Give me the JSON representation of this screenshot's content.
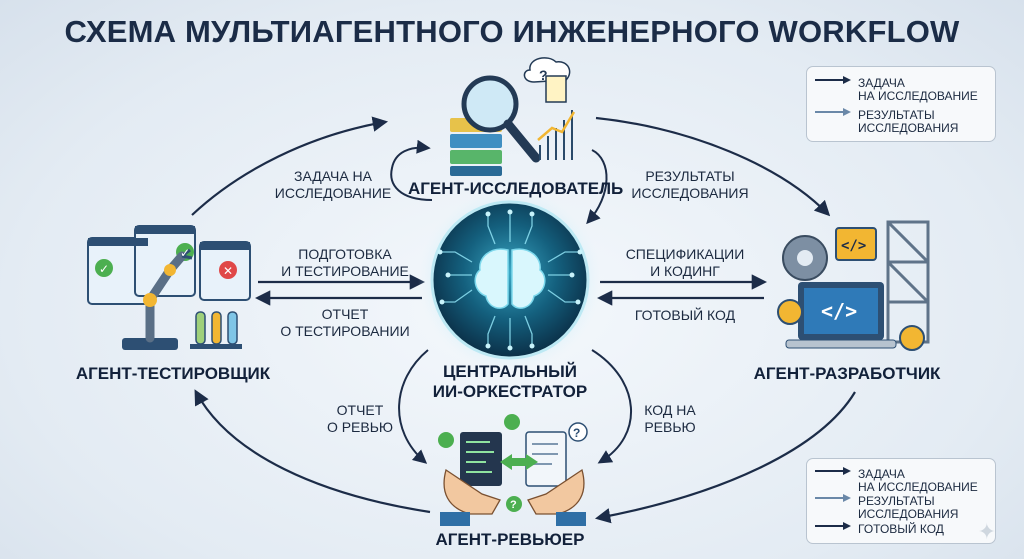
{
  "title": "СХЕМА МУЛЬТИАГЕНТНОГО ИНЖЕНЕРНОГО WORKFLOW",
  "nodes": {
    "researcher": "АГЕНТ-ИССЛЕДОВАТЕЛЬ",
    "tester": "АГЕНТ-ТЕСТИРОВЩИК",
    "orchestrator": "ЦЕНТРАЛЬНЫЙ\nИИ-ОРКЕСТРАТОР",
    "developer": "АГЕНТ-РАЗРАБОТЧИК",
    "reviewer": "АГЕНТ-РЕВЬЮЕР"
  },
  "edges": {
    "research_task": "ЗАДАЧА НА\nИССЛЕДОВАНИЕ",
    "research_results": "РЕЗУЛЬТАТЫ\nИССЛЕДОВАНИЯ",
    "prep_testing": "ПОДГОТОВКА\nИ ТЕСТИРОВАНИЕ",
    "test_report": "ОТЧЕТ\nО ТЕСТИРОВАНИИ",
    "spec_coding": "СПЕЦИФИКАЦИИ\nИ КОДИНГ",
    "ready_code": "ГОТОВЫЙ КОД",
    "review_report": "ОТЧЕТ\nО РЕВЬЮ",
    "code_review": "КОД НА\nРЕВЬЮ"
  },
  "legend_top": [
    {
      "text": "ЗАДАЧА\nНА ИССЛЕДОВАНИЕ",
      "color": "#1c2c48"
    },
    {
      "text": "РЕЗУЛЬТАТЫ\nИССЛЕДОВАНИЯ",
      "color": "#6a88a8"
    }
  ],
  "legend_bottom": [
    {
      "text": "ЗАДАЧА\nНА ИССЛЕДОВАНИЕ",
      "color": "#1c2c48"
    },
    {
      "text": "РЕЗУЛЬТАТЫ\nИССЛЕДОВАНИЯ",
      "color": "#6a88a8"
    },
    {
      "text": "ГОТОВЫЙ КОД",
      "color": "#1c2c48"
    }
  ],
  "icon_glyphs": {
    "question": "?",
    "code": "</>",
    "check": "✓",
    "cross": "✕"
  },
  "colors": {
    "arrow": "#1c2c48",
    "arrow_light": "#6a88a8",
    "orb_glow": "#8fe3f5",
    "accent_green": "#4caf50",
    "accent_red": "#e04848",
    "accent_yellow": "#f2b632"
  }
}
